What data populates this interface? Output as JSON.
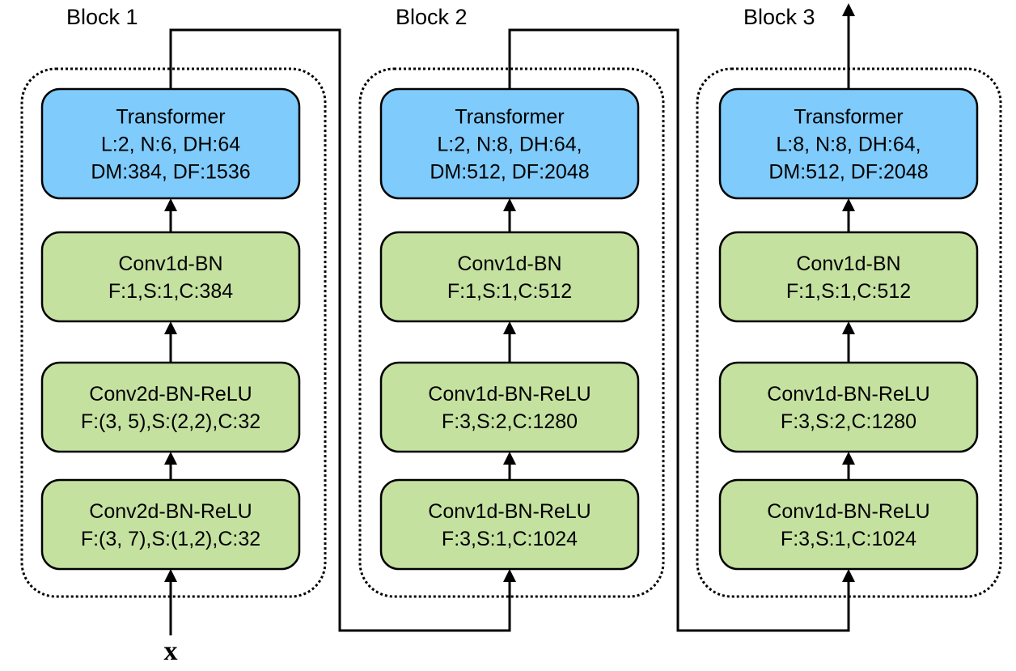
{
  "colors": {
    "transformer_fill": "#7fcbfb",
    "conv_fill": "#c5e1a0",
    "stroke": "#000000"
  },
  "input_label": "x",
  "blocks": [
    {
      "title": "Block 1",
      "layers": [
        {
          "kind": "transformer",
          "lines": [
            "Transformer",
            "L:2, N:6, DH:64",
            "DM:384, DF:1536"
          ]
        },
        {
          "kind": "conv",
          "lines": [
            "Conv1d-BN",
            "F:1,S:1,C:384"
          ]
        },
        {
          "kind": "conv",
          "lines": [
            "Conv2d-BN-ReLU",
            "F:(3, 5),S:(2,2),C:32"
          ]
        },
        {
          "kind": "conv",
          "lines": [
            "Conv2d-BN-ReLU",
            "F:(3, 7),S:(1,2),C:32"
          ]
        }
      ]
    },
    {
      "title": "Block 2",
      "layers": [
        {
          "kind": "transformer",
          "lines": [
            "Transformer",
            "L:2, N:8, DH:64,",
            "DM:512, DF:2048"
          ]
        },
        {
          "kind": "conv",
          "lines": [
            "Conv1d-BN",
            "F:1,S:1,C:512"
          ]
        },
        {
          "kind": "conv",
          "lines": [
            "Conv1d-BN-ReLU",
            "F:3,S:2,C:1280"
          ]
        },
        {
          "kind": "conv",
          "lines": [
            "Conv1d-BN-ReLU",
            "F:3,S:1,C:1024"
          ]
        }
      ]
    },
    {
      "title": "Block 3",
      "layers": [
        {
          "kind": "transformer",
          "lines": [
            "Transformer",
            "L:8, N:8, DH:64,",
            "DM:512, DF:2048"
          ]
        },
        {
          "kind": "conv",
          "lines": [
            "Conv1d-BN",
            "F:1,S:1,C:512"
          ]
        },
        {
          "kind": "conv",
          "lines": [
            "Conv1d-BN-ReLU",
            "F:3,S:2,C:1280"
          ]
        },
        {
          "kind": "conv",
          "lines": [
            "Conv1d-BN-ReLU",
            "F:3,S:1,C:1024"
          ]
        }
      ]
    }
  ]
}
